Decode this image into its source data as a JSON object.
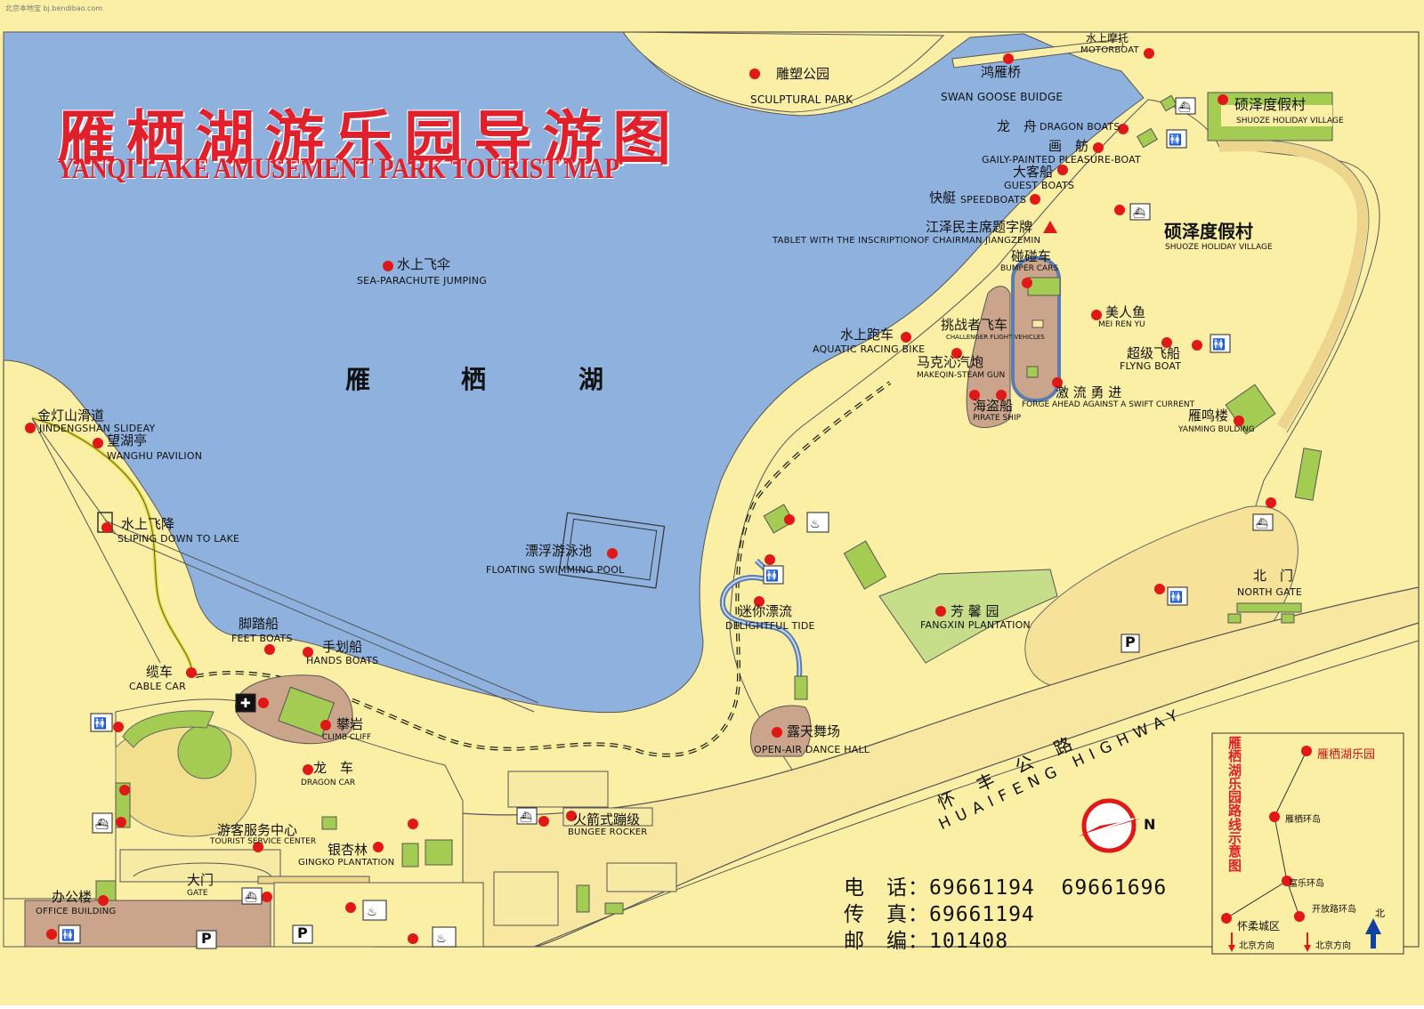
{
  "watermark": "北京本地宝 bj.bendibao.com",
  "title": {
    "zh": "雁栖湖游乐园导游图",
    "en": "YANQI LAKE AMUSEMENT PARK TOURIST MAP"
  },
  "lake_name": [
    "雁",
    "栖",
    "湖"
  ],
  "colors": {
    "water": "#8fb1de",
    "land": "#fbefa6",
    "poi": "#e01818",
    "title": "#e0202a",
    "green_block": "#a4cc52",
    "brown_area": "#caa58c"
  },
  "pois": {
    "motorboat": {
      "zh": "水上摩托",
      "en": "MOTORBOAT"
    },
    "sculptural_park": {
      "zh": "雕塑公园",
      "en": "SCULPTURAL PARK"
    },
    "swan_goose_bridge": {
      "zh": "鸿雁桥",
      "en": "SWAN GOOSE BUIDGE"
    },
    "dragon_boats": {
      "zh": "龙　舟",
      "en": "DRAGON BOATS"
    },
    "pleasure_boat": {
      "zh": "画　舫",
      "en": "GAILY-PAINTED PLEASURE-BOAT"
    },
    "guest_boats": {
      "zh": "大客船",
      "en": "GUEST BOATS"
    },
    "speedboats": {
      "zh": "快艇",
      "en": "SPEEDBOATS"
    },
    "tablet": {
      "zh": "江泽民主席题字牌",
      "en": "TABLET WITH THE INSCRIPTIONOF CHAIRMAN JIANGZEMIN"
    },
    "shuoze_village_1": {
      "zh": "硕泽度假村",
      "en": "SHUOZE HOLIDAY VILLAGE"
    },
    "shuoze_village_2": {
      "zh": "硕泽度假村",
      "en": "SHUOZE HOLIDAY VILLAGE"
    },
    "bumper_cars": {
      "zh": "碰碰车",
      "en": "BUMPER CARS"
    },
    "sea_parachute": {
      "zh": "水上飞伞",
      "en": "SEA-PARACHUTE JUMPING"
    },
    "mei_ren_yu": {
      "zh": "美人鱼",
      "en": "MEI REN YU"
    },
    "challenger": {
      "zh": "挑战者飞车",
      "en": "CHALLENGER FLIGHT VEHICLES"
    },
    "aquatic_bike": {
      "zh": "水上跑车",
      "en": "AQUATIC RACING BIKE"
    },
    "flying_boat": {
      "zh": "超级飞船",
      "en": "FLYNG BOAT"
    },
    "steam_gun": {
      "zh": "马克沁汽炮",
      "en": "MAKEQIN-STEAM GUN"
    },
    "pirate_ship": {
      "zh": "海盗船",
      "en": "PIRATE SHIP"
    },
    "swift_current": {
      "zh": "激 流 勇 进",
      "en": "FORGE AHEAD AGAINST A SWIFT CURRENT"
    },
    "yanming": {
      "zh": "雁鸣楼",
      "en": "YANMING BULDING"
    },
    "jindengshan": {
      "zh": "金灯山滑道",
      "en": "JINDENGSHAN SLIDEAY"
    },
    "wanghu": {
      "zh": "望湖亭",
      "en": "WANGHU PAVILION"
    },
    "sliping": {
      "zh": "水上飞降",
      "en": "SLIPING DOWN TO LAKE"
    },
    "pool": {
      "zh": "漂浮游泳池",
      "en": "FLOATING SWIMMING POOL"
    },
    "north_gate": {
      "zh": "北　门",
      "en": "NORTH GATE"
    },
    "delightful_tide": {
      "zh": "迷你漂流",
      "en": "DELIGHTFUL TIDE"
    },
    "fangxin": {
      "zh": "芳 馨 园",
      "en": "FANGXIN PLANTATION"
    },
    "feet_boats": {
      "zh": "脚踏船",
      "en": "FEET BOATS"
    },
    "hands_boats": {
      "zh": "手划船",
      "en": "HANDS BOATS"
    },
    "cable_car": {
      "zh": "缆车",
      "en": "CABLE CAR"
    },
    "climb_cliff": {
      "zh": "攀岩",
      "en": "CLIMB CLIFF"
    },
    "dance_hall": {
      "zh": "露天舞场",
      "en": "OPEN-AIR DANCE HALL"
    },
    "dragon_car": {
      "zh": "龙　车",
      "en": "DRAGON CAR"
    },
    "tourist_center": {
      "zh": "游客服务中心",
      "en": "TOURIST SERVICE CENTER"
    },
    "gingko": {
      "zh": "银杏林",
      "en": "GINGKO PLANTATION"
    },
    "bungee": {
      "zh": "火箭式蹦级",
      "en": "BUNGEE ROCKER"
    },
    "gate": {
      "zh": "大门",
      "en": "GATE"
    },
    "office": {
      "zh": "办公楼",
      "en": "OFFICE BUILDING"
    }
  },
  "highway": {
    "zh": "怀丰公路",
    "en": "HUAIFENG HIGHWAY"
  },
  "contact": {
    "phone_label": "电　话：",
    "phone_1": "69661194",
    "phone_2": "69661696",
    "fax_label": "传　真：",
    "fax": "69661194",
    "post_label": "邮　编：",
    "post": "101408"
  },
  "compass": {
    "n": "N"
  },
  "parking_symbol": "P",
  "inset": {
    "title": "雁栖湖乐园路线示意图",
    "park": "雁栖湖乐园",
    "yanqi_roundabout": "雁栖环岛",
    "fule_roundabout": "富乐环岛",
    "huairou": "怀柔城区",
    "kaifang": "开放路环岛",
    "beijing_1": "北京方向",
    "beijing_2": "北京方向",
    "north": "北"
  }
}
